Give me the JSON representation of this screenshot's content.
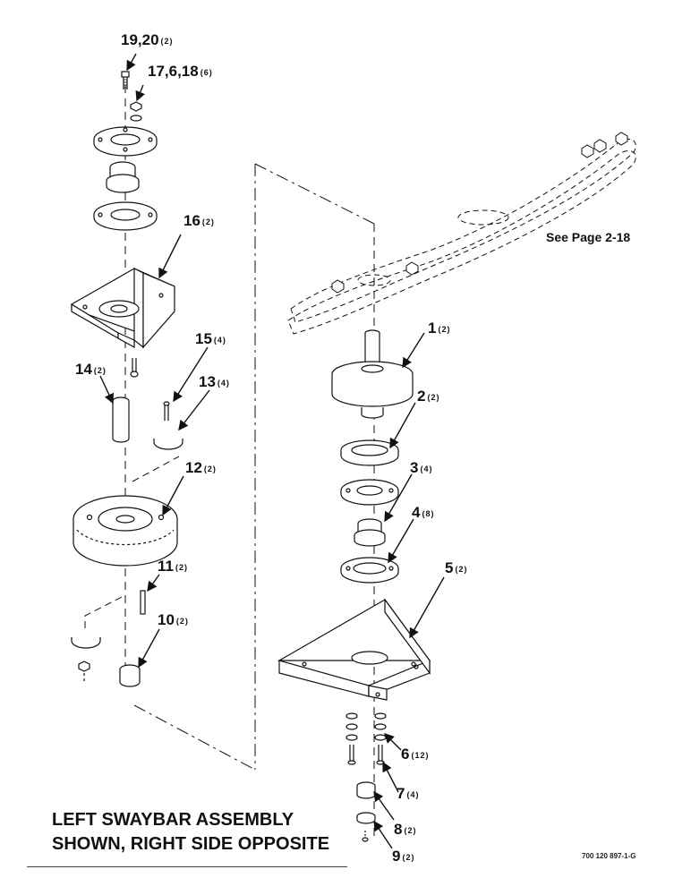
{
  "callouts": [
    {
      "id": "c1920",
      "num": "19,20",
      "qty": "(2)"
    },
    {
      "id": "c17618",
      "num": "17,6,18",
      "qty": "(6)"
    },
    {
      "id": "c16",
      "num": "16",
      "qty": "(2)"
    },
    {
      "id": "c15",
      "num": "15",
      "qty": "(4)"
    },
    {
      "id": "c14",
      "num": "14",
      "qty": "(2)"
    },
    {
      "id": "c13",
      "num": "13",
      "qty": "(4)"
    },
    {
      "id": "c12",
      "num": "12",
      "qty": "(2)"
    },
    {
      "id": "c11",
      "num": "11",
      "qty": "(2)"
    },
    {
      "id": "c10",
      "num": "10",
      "qty": "(2)"
    },
    {
      "id": "c1",
      "num": "1",
      "qty": "(2)"
    },
    {
      "id": "c2",
      "num": "2",
      "qty": "(2)"
    },
    {
      "id": "c3",
      "num": "3",
      "qty": "(4)"
    },
    {
      "id": "c4",
      "num": "4",
      "qty": "(8)"
    },
    {
      "id": "c5",
      "num": "5",
      "qty": "(2)"
    },
    {
      "id": "c6",
      "num": "6",
      "qty": "(12)"
    },
    {
      "id": "c7",
      "num": "7",
      "qty": "(4)"
    },
    {
      "id": "c8",
      "num": "8",
      "qty": "(2)"
    },
    {
      "id": "c9",
      "num": "9",
      "qty": "(2)"
    }
  ],
  "see_page": "See Page 2-18",
  "caption_line1": "LEFT SWAYBAR ASSEMBLY",
  "caption_line2": "SHOWN, RIGHT SIDE OPPOSITE",
  "drawing_number": "700 120 897-1-G"
}
